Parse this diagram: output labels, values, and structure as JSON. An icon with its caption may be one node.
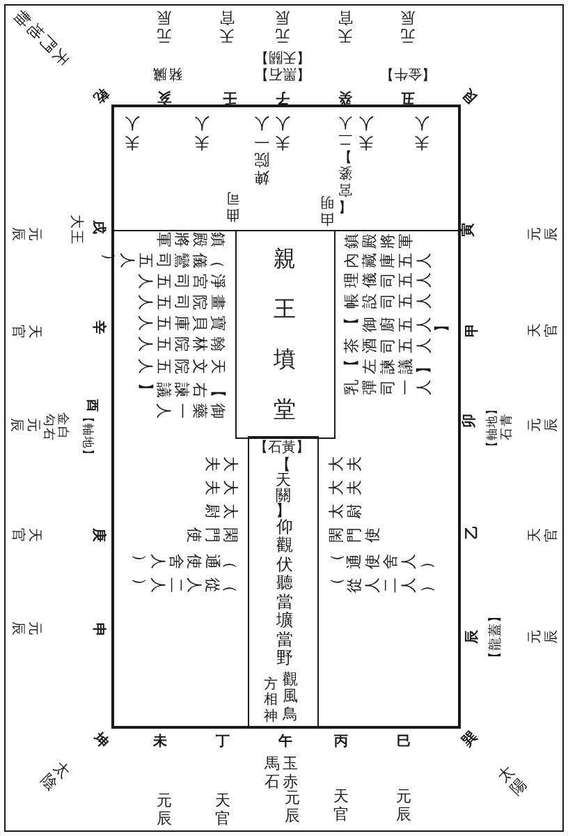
{
  "diagram": {
    "nodes": [
      {
        "text": [],
        "shape": "box"
      },
      {
        "text": [
          "親王墳堂"
        ],
        "in": 0
      },
      {
        "text": [
          "【石黃】",
          "【天關】",
          "仰觀伏聽當壙當野",
          "觀風鳥",
          "方相神"
        ],
        "in": 0
      }
    ],
    "labels": [
      "天門地軸",
      "元辰",
      "天官",
      "元辰",
      "天官",
      "元辰",
      "豬臟",
      "【黑石】",
      "【天關】",
      "【金牛】",
      "乾",
      "亥",
      "壬",
      "子",
      "癸",
      "丑",
      "艮",
      "夫人",
      "夫人",
      "婢院一人",
      "夫人",
      "【宮婆】二人",
      "夫人",
      "夫人",
      "曲司",
      "由明",
      "元辰",
      "大王",
      "戌",
      "天官",
      "辛",
      "酉",
      "元辰",
      "勾右",
      "金白",
      "【軸地】",
      "天官",
      "庚",
      "元辰",
      "申",
      "鎮殿將軍",
      "（儀鸞司五人）",
      "淨宮司五人",
      "畫院司五人",
      "寶貝庫五人",
      "翰林院五人",
      "天文院五人",
      "【右諫議】",
      "御藥一人",
      "大夫",
      "大夫",
      "太尉",
      "閑門使",
      "（通使舍人）",
      "（從人二人）",
      "鎮殿將軍",
      "內藏庫五人",
      "理儀司五人",
      "帳設司五人",
      "【御廚五人】",
      "茶酒司五人",
      "【左諫議】",
      "乳彈司一人",
      "大夫",
      "大夫",
      "太尉",
      "閑門使",
      "（通使舍人）",
      "（從人二人）",
      "寅",
      "元辰",
      "甲",
      "天官",
      "卯",
      "【軸地】",
      "石青",
      "元辰",
      "乙",
      "天官",
      "辰",
      "【龍蓋】",
      "元辰",
      "坤",
      "未",
      "丁",
      "午",
      "丙",
      "巳",
      "巽",
      "馬玉",
      "石赤",
      "太陰",
      "元辰",
      "天官",
      "元辰",
      "天官",
      "元辰",
      "太陽"
    ]
  }
}
